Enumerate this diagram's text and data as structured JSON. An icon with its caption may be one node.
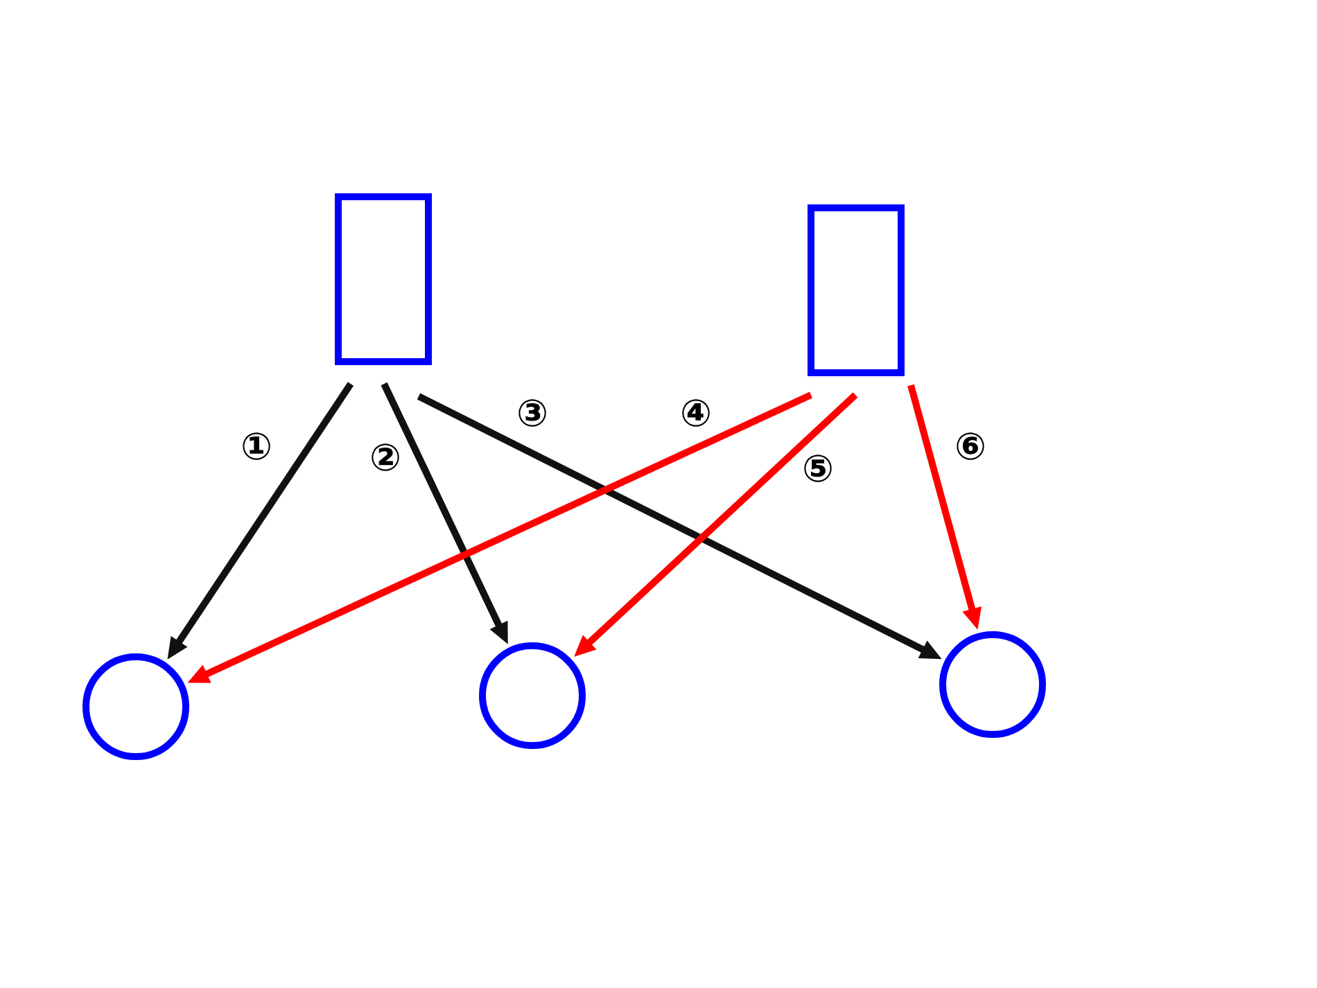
{
  "diagram": {
    "nodes": [
      {
        "text": [],
        "shape": "box"
      },
      {
        "text": [],
        "shape": "box"
      },
      {
        "text": [],
        "shape": "circle"
      },
      {
        "text": [],
        "shape": "circle"
      },
      {
        "text": [],
        "shape": "circle"
      }
    ],
    "edges": [
      {
        "from": 0,
        "to": 2,
        "arrow": "to",
        "label": "①"
      },
      {
        "from": 0,
        "to": 3,
        "arrow": "to",
        "label": "②"
      },
      {
        "from": 0,
        "to": 4,
        "arrow": "to",
        "label": "③"
      },
      {
        "from": 1,
        "to": 2,
        "arrow": "to",
        "label": "④",
        "color": "#ff0000"
      },
      {
        "from": 1,
        "to": 3,
        "arrow": "to",
        "label": "⑤",
        "color": "#ff0000"
      },
      {
        "from": 1,
        "to": 4,
        "arrow": "to",
        "label": "⑥",
        "color": "#ff0000"
      }
    ]
  }
}
